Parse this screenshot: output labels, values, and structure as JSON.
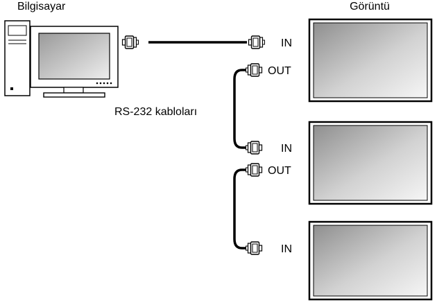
{
  "labels": {
    "computer": "Bilgisayar",
    "display": "Görüntü",
    "cable": "RS-232 kabloları",
    "in": "IN",
    "out": "OUT"
  },
  "icons": {
    "computer": "computer-tower-monitor-icon",
    "connector": "serial-connector-icon",
    "display": "flat-panel-display-icon"
  },
  "colors": {
    "line": "#000000",
    "screen_light": "#f4f4f4",
    "screen_dark": "#8a8a8a"
  }
}
